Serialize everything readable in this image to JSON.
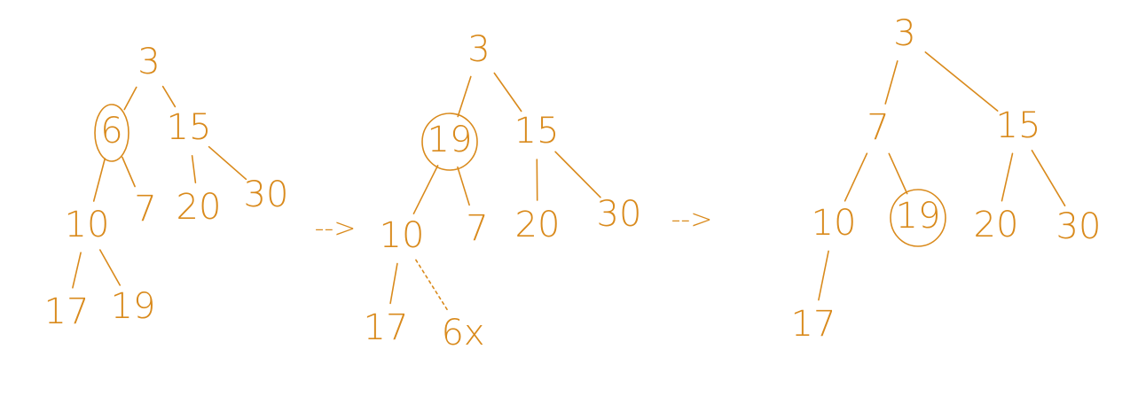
{
  "ink_color": "#d98a1c",
  "trees": [
    {
      "id": "tree-1",
      "nodes": [
        {
          "id": "t1-n3",
          "label": "3",
          "circled": false
        },
        {
          "id": "t1-n6",
          "label": "6",
          "circled": true
        },
        {
          "id": "t1-n15",
          "label": "15",
          "circled": false
        },
        {
          "id": "t1-n10",
          "label": "10",
          "circled": false
        },
        {
          "id": "t1-n7",
          "label": "7",
          "circled": false
        },
        {
          "id": "t1-n20",
          "label": "20",
          "circled": false
        },
        {
          "id": "t1-n30",
          "label": "30",
          "circled": false
        },
        {
          "id": "t1-n17",
          "label": "17",
          "circled": false
        },
        {
          "id": "t1-n19",
          "label": "19",
          "circled": false
        }
      ],
      "edges": [
        {
          "from": "t1-n3",
          "to": "t1-n6"
        },
        {
          "from": "t1-n3",
          "to": "t1-n15"
        },
        {
          "from": "t1-n6",
          "to": "t1-n10"
        },
        {
          "from": "t1-n6",
          "to": "t1-n7"
        },
        {
          "from": "t1-n15",
          "to": "t1-n20"
        },
        {
          "from": "t1-n15",
          "to": "t1-n30"
        },
        {
          "from": "t1-n10",
          "to": "t1-n17"
        },
        {
          "from": "t1-n10",
          "to": "t1-n19"
        }
      ]
    },
    {
      "id": "tree-2",
      "nodes": [
        {
          "id": "t2-n3",
          "label": "3",
          "circled": false
        },
        {
          "id": "t2-n19",
          "label": "19",
          "circled": true
        },
        {
          "id": "t2-n15",
          "label": "15",
          "circled": false
        },
        {
          "id": "t2-n10",
          "label": "10",
          "circled": false
        },
        {
          "id": "t2-n7",
          "label": "7",
          "circled": false
        },
        {
          "id": "t2-n20",
          "label": "20",
          "circled": false
        },
        {
          "id": "t2-n30",
          "label": "30",
          "circled": false
        },
        {
          "id": "t2-n17",
          "label": "17",
          "circled": false
        },
        {
          "id": "t2-n6x",
          "label": "6x",
          "circled": false
        }
      ],
      "edges": [
        {
          "from": "t2-n3",
          "to": "t2-n19"
        },
        {
          "from": "t2-n3",
          "to": "t2-n15"
        },
        {
          "from": "t2-n19",
          "to": "t2-n10"
        },
        {
          "from": "t2-n19",
          "to": "t2-n7"
        },
        {
          "from": "t2-n15",
          "to": "t2-n20"
        },
        {
          "from": "t2-n15",
          "to": "t2-n30"
        },
        {
          "from": "t2-n10",
          "to": "t2-n17"
        },
        {
          "from": "t2-n10",
          "to": "t2-n6x",
          "dashed": true
        }
      ]
    },
    {
      "id": "tree-3",
      "nodes": [
        {
          "id": "t3-n3",
          "label": "3",
          "circled": false
        },
        {
          "id": "t3-n7",
          "label": "7",
          "circled": false
        },
        {
          "id": "t3-n15",
          "label": "15",
          "circled": false
        },
        {
          "id": "t3-n10",
          "label": "10",
          "circled": false
        },
        {
          "id": "t3-n19",
          "label": "19",
          "circled": true
        },
        {
          "id": "t3-n20",
          "label": "20",
          "circled": false
        },
        {
          "id": "t3-n30",
          "label": "30",
          "circled": false
        },
        {
          "id": "t3-n17",
          "label": "17",
          "circled": false
        }
      ],
      "edges": [
        {
          "from": "t3-n3",
          "to": "t3-n7"
        },
        {
          "from": "t3-n3",
          "to": "t3-n15"
        },
        {
          "from": "t3-n7",
          "to": "t3-n10"
        },
        {
          "from": "t3-n7",
          "to": "t3-n19"
        },
        {
          "from": "t3-n15",
          "to": "t3-n20"
        },
        {
          "from": "t3-n15",
          "to": "t3-n30"
        },
        {
          "from": "t3-n10",
          "to": "t3-n17"
        }
      ]
    }
  ],
  "arrows": [
    {
      "id": "arrow-1",
      "text": "-->"
    },
    {
      "id": "arrow-2",
      "text": "-->"
    }
  ]
}
